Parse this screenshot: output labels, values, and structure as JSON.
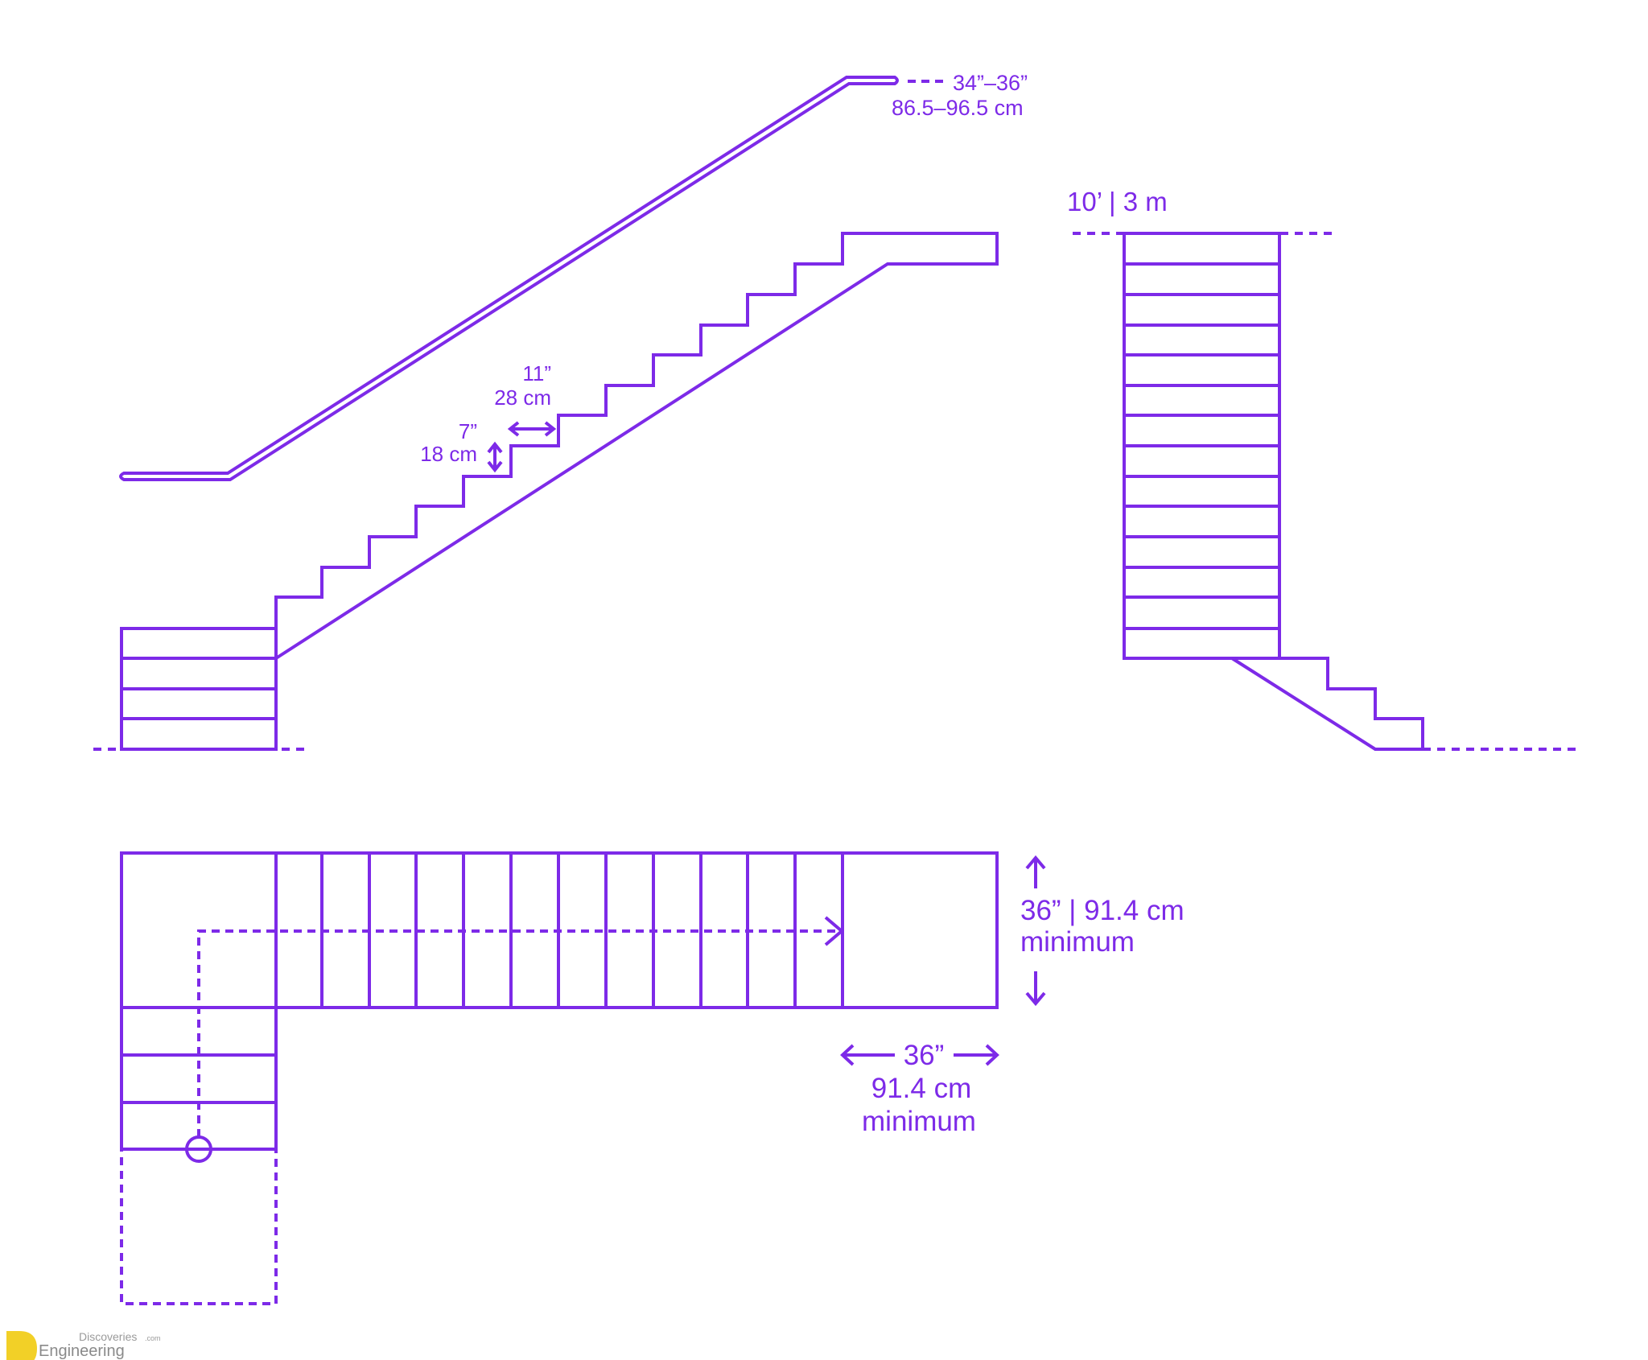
{
  "colors": {
    "line": "#7d2ae8",
    "logo_yellow": "#f2d027",
    "logo_gray": "#8a8a8a",
    "background": "#ffffff"
  },
  "dimensions": {
    "handrail_imperial": "34”–36”",
    "handrail_metric": "86.5–96.5 cm",
    "tread_imperial": "11”",
    "tread_metric": "28 cm",
    "riser_imperial": "7”",
    "riser_metric": "18 cm",
    "headroom": "10’ | 3 m",
    "width_line1": "36” | 91.4 cm",
    "width_line2": "minimum",
    "landing_imperial": "36”",
    "landing_metric": "91.4 cm",
    "landing_note": "minimum"
  },
  "logo": {
    "top": "Discoveries",
    "top_suffix": ".com",
    "bottom": "Engineering"
  }
}
